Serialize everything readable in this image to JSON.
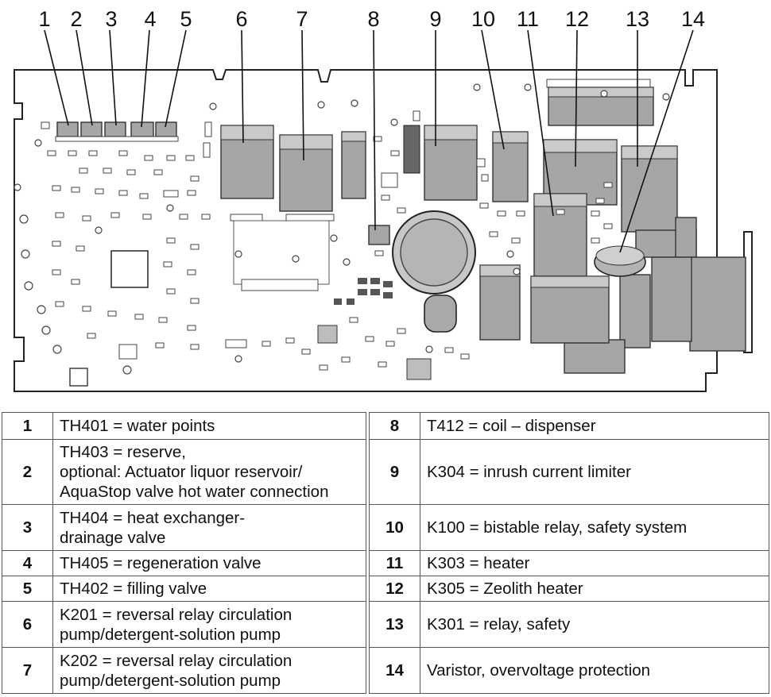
{
  "callouts": [
    "1",
    "2",
    "3",
    "4",
    "5",
    "6",
    "7",
    "8",
    "9",
    "10",
    "11",
    "12",
    "13",
    "14"
  ],
  "legend": {
    "rows": [
      {
        "left": {
          "num": "1",
          "lines": [
            "TH401 = water points"
          ]
        },
        "right": {
          "num": "8",
          "lines": [
            "T412 = coil – dispenser"
          ]
        }
      },
      {
        "left": {
          "num": "2",
          "lines": [
            "TH403 = reserve,",
            "optional: Actuator liquor reservoir/",
            "AquaStop valve hot water connection"
          ]
        },
        "right": {
          "num": "9",
          "lines": [
            "K304 = inrush current limiter"
          ]
        }
      },
      {
        "left": {
          "num": "3",
          "lines": [
            "TH404 = heat exchanger-",
            "drainage valve"
          ]
        },
        "right": {
          "num": "10",
          "lines": [
            "K100 = bistable relay, safety system"
          ]
        }
      },
      {
        "left": {
          "num": "4",
          "lines": [
            "TH405 = regeneration valve"
          ]
        },
        "right": {
          "num": "11",
          "lines": [
            "K303 = heater"
          ]
        }
      },
      {
        "left": {
          "num": "5",
          "lines": [
            "TH402 = filling valve"
          ]
        },
        "right": {
          "num": "12",
          "lines": [
            "K305 = Zeolith heater"
          ]
        }
      },
      {
        "left": {
          "num": "6",
          "lines": [
            "K201 = reversal relay circulation",
            "pump/detergent-solution pump"
          ]
        },
        "right": {
          "num": "13",
          "lines": [
            "K301 = relay, safety"
          ]
        }
      },
      {
        "left": {
          "num": "7",
          "lines": [
            "K202 = reversal relay circulation",
            "pump/detergent-solution pump"
          ]
        },
        "right": {
          "num": "14",
          "lines": [
            "Varistor, overvoltage protection"
          ]
        }
      }
    ]
  }
}
